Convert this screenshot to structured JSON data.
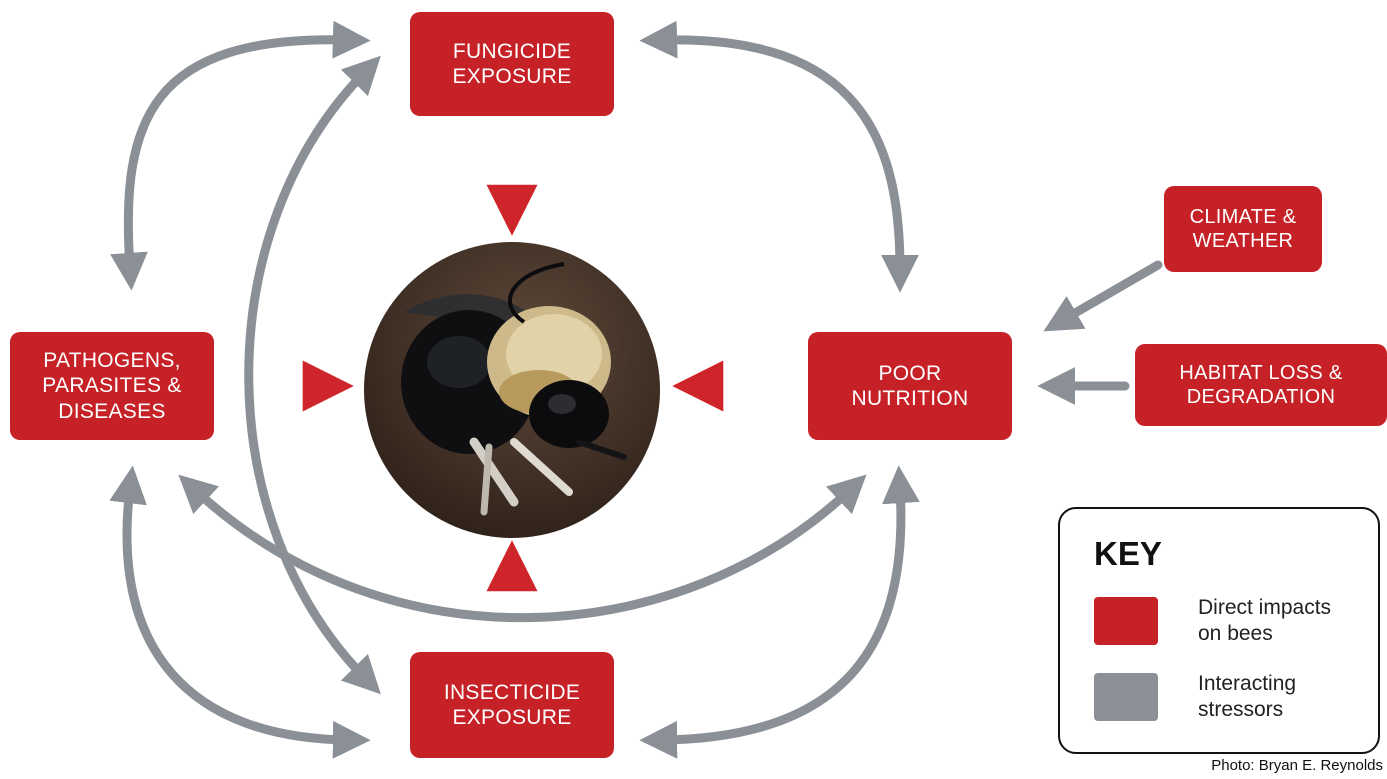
{
  "colors": {
    "direct": "#c62127",
    "interacting": "#8a9096"
  },
  "nodes": {
    "fungicide": "FUNGICIDE\nEXPOSURE",
    "pathogens": "PATHOGENS,\nPARASITES &\nDISEASES",
    "nutrition": "POOR\nNUTRITION",
    "insecticide": "INSECTICIDE\nEXPOSURE",
    "climate": "CLIMATE &\nWEATHER",
    "habitat": "HABITAT LOSS &\nDEGRADATION"
  },
  "center_image": "bumblebee-photo",
  "key": {
    "title": "KEY",
    "direct_label": "Direct impacts\non bees",
    "interacting_label": "Interacting\nstressors"
  },
  "credit": "Photo: Bryan E. Reynolds"
}
